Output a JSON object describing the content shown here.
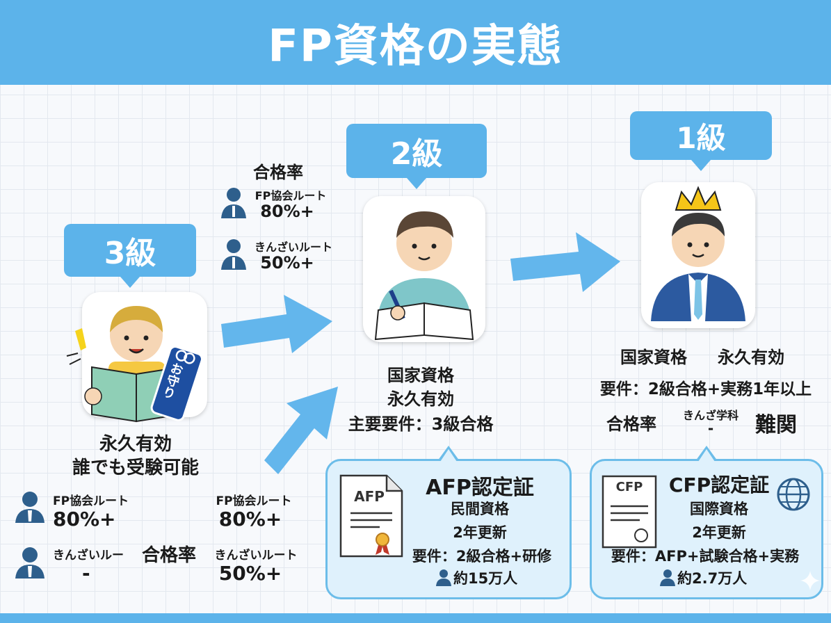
{
  "title": "FP資格の実態",
  "grade3": {
    "label": "3級",
    "charm_text": "お守り",
    "desc_line1": "永久有効",
    "desc_line2": "誰でも受験可能",
    "pass_rate_label": "合格率",
    "routes_left": [
      {
        "name": "FP協会ルート",
        "rate": "80%+"
      },
      {
        "name": "きんざいルー",
        "rate": "-"
      }
    ],
    "routes_right": [
      {
        "name": "FP協会ルート",
        "rate": "80%+"
      },
      {
        "name": "きんざいルート",
        "rate": "50%+"
      }
    ]
  },
  "grade2": {
    "label": "2級",
    "pass_rate_label": "合格率",
    "routes": [
      {
        "name": "FP協会ルート",
        "rate": "80%+"
      },
      {
        "name": "きんざいルート",
        "rate": "50%+"
      }
    ],
    "desc_line1": "国家資格",
    "desc_line2": "永久有効",
    "desc_line3": "主要要件：3級合格",
    "cert": {
      "title": "AFP認定証",
      "doc_label": "AFP",
      "line1": "民間資格",
      "line2": "2年更新",
      "line3": "要件：2級合格+研修",
      "holders": "約15万人"
    }
  },
  "grade1": {
    "label": "1級",
    "desc_a": "国家資格",
    "desc_b": "永久有効",
    "requirement": "要件：2級合格+実務1年以上",
    "pass_rate_label": "合格率",
    "route_name": "きんざ学科",
    "route_rate": "-",
    "difficulty": "難関",
    "cert": {
      "title": "CFP認定証",
      "doc_label": "CFP",
      "line1": "国際資格",
      "line2": "2年更新",
      "line3": "要件：AFP+試験合格+実務",
      "holders": "約2.7万人"
    }
  },
  "colors": {
    "accent": "#5cb3ea",
    "arrow": "#63b6ec",
    "card_bg": "#dff1fc",
    "card_border": "#6cbde9",
    "person_icon": "#2e5f8c"
  }
}
